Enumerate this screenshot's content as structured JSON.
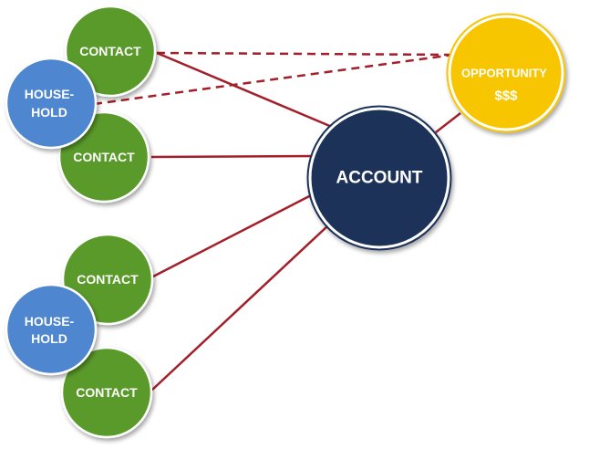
{
  "colors": {
    "contact": "#5a9a2b",
    "household": "#4f86d0",
    "account": "#1b3358",
    "opportunity": "#f7c600",
    "link": "#a31f29"
  },
  "nodes": {
    "contact_1": {
      "label": "CONTACT"
    },
    "contact_2": {
      "label": "CONTACT"
    },
    "contact_3": {
      "label": "CONTACT"
    },
    "contact_4": {
      "label": "CONTACT"
    },
    "household_1": {
      "line1": "HOUSE-",
      "line2": "HOLD"
    },
    "household_2": {
      "line1": "HOUSE-",
      "line2": "HOLD"
    },
    "account": {
      "label": "ACCOUNT"
    },
    "opportunity": {
      "line1": "OPPORTUNITY",
      "line2": "$$$"
    }
  }
}
